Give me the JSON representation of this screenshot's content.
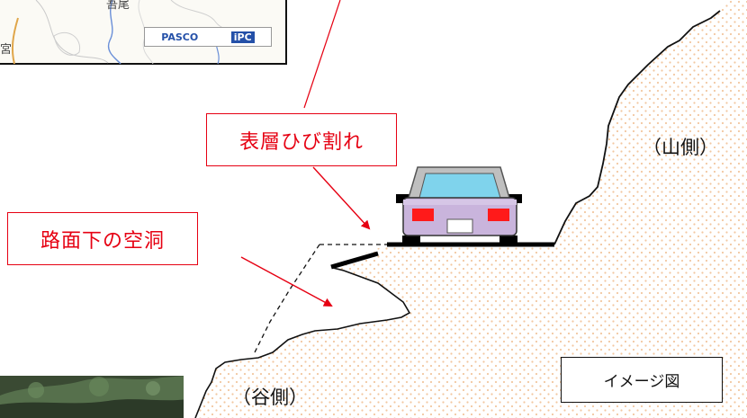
{
  "labels": {
    "surface_crack": "表層ひび割れ",
    "cavity_under_road": "路面下の空洞",
    "mountain_side": "（山側）",
    "valley_side": "（谷側）",
    "image_note": "イメージ図"
  },
  "map_inset": {
    "place_label": "吾尾",
    "edge_label": "宮",
    "logo_pasco": "PASCO",
    "logo_ipc": "iPC"
  },
  "colors": {
    "callout": "#e60012",
    "slope_dots": "#f2c7a0",
    "car_body": "#bfbfbf",
    "car_window": "#7fd3ec",
    "car_lower_body": "#c9b4dc",
    "tail_light": "#ff1a1a",
    "road": "#000000"
  },
  "icons": {
    "car": "car-rear-icon",
    "map": "map-inset",
    "photo": "hillside-photo"
  }
}
